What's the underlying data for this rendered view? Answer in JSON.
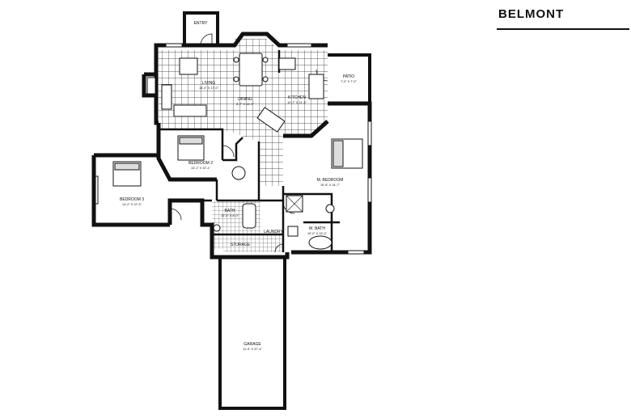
{
  "plan_title": "BELMONT",
  "rooms": {
    "entry": {
      "label": "ENTRY",
      "dims": ""
    },
    "living": {
      "label": "LIVING",
      "dims": "15'-0\" X 17'-0\""
    },
    "dining": {
      "label": "DINING",
      "dims": "8'-7\" X 14'-0\""
    },
    "kitchen": {
      "label": "KITCHEN",
      "dims": "10'-7\" X 11'-3\""
    },
    "patio": {
      "label": "PATIO",
      "dims": "7'-0\" X 7'-0\""
    },
    "bedroom2": {
      "label": "BEDROOM 2",
      "dims": "13'-1\" X 10'-1\""
    },
    "bedroom3": {
      "label": "BEDROOM 3",
      "dims": "14'-2\" X 12'-3\""
    },
    "master": {
      "label": "M. BEDROOM",
      "dims": "15'-8\" X 14'-7\""
    },
    "bath": {
      "label": "BATH",
      "dims": "10'-0\" X 8'-0\""
    },
    "laundry": {
      "label": "LAUNDRY",
      "dims": ""
    },
    "mbath": {
      "label": "M. BATH",
      "dims": "10'-0\" X 13'-0\""
    },
    "storage": {
      "label": "STORAGE",
      "dims": ""
    },
    "garage": {
      "label": "GARAGE",
      "dims": "11'-9\" X 37'-4\""
    }
  }
}
